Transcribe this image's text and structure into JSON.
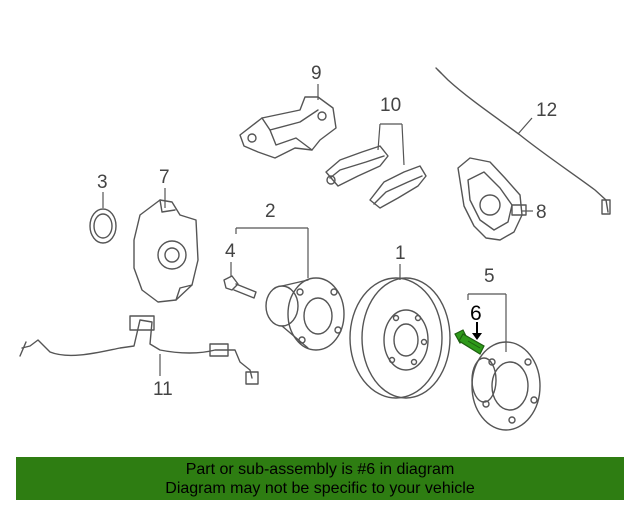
{
  "diagram": {
    "callouts": {
      "c1": "1",
      "c2": "2",
      "c3": "3",
      "c4": "4",
      "c5": "5",
      "c6": "6",
      "c7": "7",
      "c8": "8",
      "c9": "9",
      "c10": "10",
      "c11": "11",
      "c12": "12"
    },
    "highlight_color": "#2e9a1a"
  },
  "banner": {
    "line1": "Part or sub-assembly is #6 in diagram",
    "line2": "Diagram may not be specific to your vehicle",
    "background": "#2e7d12"
  }
}
